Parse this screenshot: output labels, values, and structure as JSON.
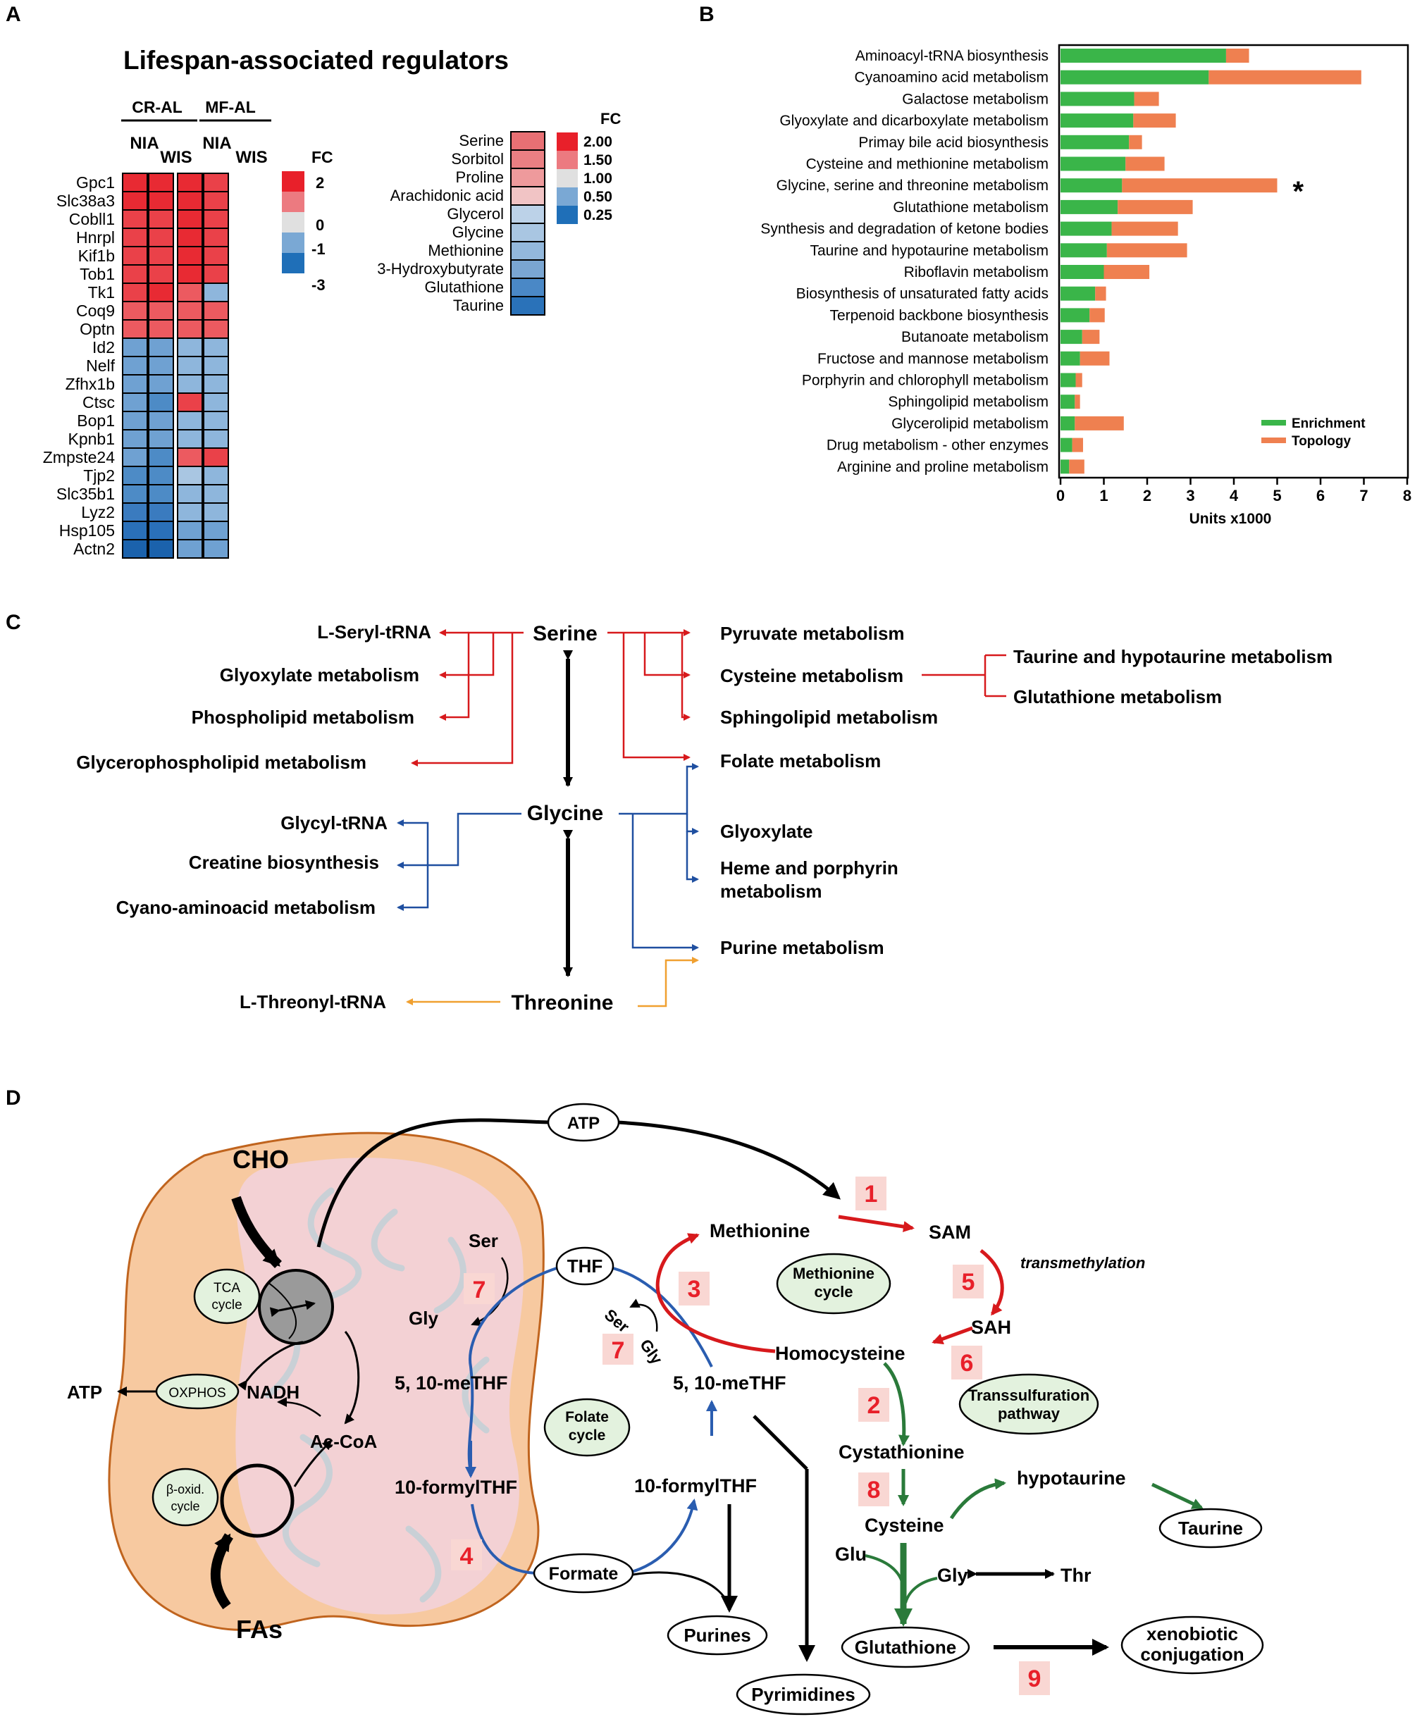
{
  "panelA": {
    "letter": "A",
    "title": "Lifespan-associated regulators",
    "groups": [
      "CR-AL",
      "MF-AL"
    ],
    "columns": [
      "NIA",
      "WIS",
      "NIA",
      "WIS"
    ],
    "fc_label": "FC",
    "legend_ticks": [
      "2",
      "0",
      "-1",
      "-3"
    ],
    "legend_colors": [
      "#e8202a",
      "#ec7a80",
      "#e0e0e0",
      "#7aa8d4",
      "#1f6fb8"
    ],
    "genes": [
      "Gpc1",
      "Slc38a3",
      "Cobll1",
      "Hnrpl",
      "Kif1b",
      "Tob1",
      "Tk1",
      "Coq9",
      "Optn",
      "Id2",
      "Nelf",
      "Zfhx1b",
      "Ctsc",
      "Bop1",
      "Kpnb1",
      "Zmpste24",
      "Tjp2",
      "Slc35b1",
      "Lyz2",
      "Hsp105",
      "Actn2"
    ],
    "gene_matrix": [
      [
        2,
        2,
        2,
        1.8
      ],
      [
        2,
        2,
        2,
        1.8
      ],
      [
        1.9,
        1.9,
        2,
        1.8
      ],
      [
        1.9,
        1.9,
        2,
        1.8
      ],
      [
        1.9,
        1.9,
        2,
        1.8
      ],
      [
        1.9,
        1.9,
        2,
        1.8
      ],
      [
        1.8,
        2,
        1.6,
        -1
      ],
      [
        1.6,
        1.6,
        1.6,
        1.6
      ],
      [
        1.6,
        1.6,
        1.6,
        1.6
      ],
      [
        -1.3,
        -1.3,
        -1,
        -1
      ],
      [
        -1.3,
        -1.3,
        -1,
        -1
      ],
      [
        -1.3,
        -1.3,
        -1,
        -1
      ],
      [
        -1.3,
        -1.6,
        1.8,
        -1
      ],
      [
        -1.3,
        -1.3,
        -1,
        -1
      ],
      [
        -1.3,
        -1.3,
        -1,
        -1
      ],
      [
        -1.3,
        -1.6,
        1.6,
        1.8
      ],
      [
        -1.6,
        -1.6,
        -0.7,
        -1
      ],
      [
        -1.6,
        -1.6,
        -1,
        -1
      ],
      [
        -2,
        -2,
        -1,
        -1
      ],
      [
        -2.3,
        -2.3,
        -1.3,
        -1.3
      ],
      [
        -2.7,
        -2.7,
        -1.3,
        -1.3
      ]
    ],
    "metabolites": [
      "Serine",
      "Sorbitol",
      "Proline",
      "Arachidonic acid",
      "Glycerol",
      "Glycine",
      "Methionine",
      "3-Hydroxybutyrate",
      "Glutathione",
      "Taurine"
    ],
    "metabolite_colors": [
      "#e87074",
      "#ea7f83",
      "#ee9a9c",
      "#f1c4c5",
      "#bcd2e8",
      "#a9c6e2",
      "#93b8dc",
      "#7aa6d2",
      "#4a88c6",
      "#2a72b9"
    ],
    "met_legend_label": "FC",
    "met_legend_ticks": [
      "2.00",
      "1.50",
      "1.00",
      "0.50",
      "0.25"
    ],
    "met_legend_colors": [
      "#e8202a",
      "#ec7a80",
      "#e0e0e0",
      "#7aa8d4",
      "#1f6fb8"
    ]
  },
  "chart_data": {
    "type": "bar",
    "orientation": "horizontal",
    "stacked": true,
    "categories": [
      "Aminoacyl-tRNA biosynthesis",
      "Cyanoamino acid metabolism",
      "Galactose metabolism",
      "Glyoxylate and dicarboxylate metabolism",
      "Primay bile acid biosynthesis",
      "Cysteine and methionine metabolism",
      "Glycine, serine and threonine metabolism",
      "Glutathione metabolism",
      "Synthesis and degradation of ketone bodies",
      "Taurine and hypotaurine metabolism",
      "Riboflavin metabolism",
      "Biosynthesis of unsaturated fatty acids",
      "Terpenoid backbone biosynthesis",
      "Butanoate metabolism",
      "Fructose and mannose metabolism",
      "Porphyrin and chlorophyll metabolism",
      "Sphingolipid metabolism",
      "Glycerolipid metabolism",
      "Drug metabolism - other enzymes",
      "Arginine and proline metabolism"
    ],
    "series": [
      {
        "name": "Enrichment",
        "color": "#3ab549",
        "values": [
          3.82,
          3.42,
          1.7,
          1.68,
          1.58,
          1.5,
          1.42,
          1.32,
          1.18,
          1.07,
          1.0,
          0.8,
          0.67,
          0.5,
          0.45,
          0.35,
          0.33,
          0.33,
          0.27,
          0.2
        ]
      },
      {
        "name": "Topology",
        "color": "#ef8050",
        "values": [
          0.53,
          3.52,
          0.57,
          0.98,
          0.3,
          0.9,
          3.58,
          1.73,
          1.53,
          1.85,
          1.05,
          0.25,
          0.35,
          0.4,
          0.68,
          0.15,
          0.12,
          1.13,
          0.25,
          0.35
        ]
      }
    ],
    "xlabel": "Units x1000",
    "xlim": [
      0,
      8
    ],
    "xticks": [
      "0",
      "1",
      "2",
      "3",
      "4",
      "5",
      "6",
      "7",
      "8"
    ],
    "annotation": "*",
    "annotation_category_index": 6,
    "legend_position": "bottom-right",
    "letter": "B"
  },
  "panelC": {
    "letter": "C",
    "serine": "Serine",
    "glycine": "Glycine",
    "threonine": "Threonine",
    "serine_left": [
      "L-Seryl-tRNA",
      "Glyoxylate metabolism",
      "Phospholipid metabolism",
      "Glycerophospholipid metabolism"
    ],
    "serine_right": [
      "Pyruvate metabolism",
      "Cysteine metabolism",
      "Sphingolipid metabolism",
      "Folate metabolism"
    ],
    "cysteine_targets": [
      "Taurine and hypotaurine metabolism",
      "Glutathione metabolism"
    ],
    "glycine_left": [
      "Glycyl-tRNA",
      "Creatine biosynthesis",
      "Cyano-aminoacid metabolism"
    ],
    "glycine_right": [
      "Glyoxylate",
      "Heme and porphyrin",
      "metabolism",
      "Purine metabolism"
    ],
    "threonine_left": "L-Threonyl-tRNA",
    "colors": {
      "serine": "#d7191c",
      "glycine": "#1f4fa0",
      "threonine": "#f0a030"
    }
  },
  "panelD": {
    "letter": "D",
    "cho": "CHO",
    "fas": "FAs",
    "atp_top": "ATP",
    "atp_left": "ATP",
    "tca": [
      "TCA",
      "cycle"
    ],
    "oxphos": "OXPHOS",
    "nadh": "NADH",
    "beta": [
      "β-oxid.",
      "cycle"
    ],
    "acoa": "Ac-CoA",
    "ser1": "Ser",
    "gly1": "Gly",
    "thf": "THF",
    "methf1": "5, 10-meTHF",
    "formyl1": "10-formylTHF",
    "formate": "Formate",
    "folate": [
      "Folate",
      "cycle"
    ],
    "ser2": "Ser",
    "gly2": "Gly",
    "methf2": "5, 10-meTHF",
    "formyl2": "10-formylTHF",
    "purines": "Purines",
    "pyrimidines": "Pyrimidines",
    "methionine": "Methionine",
    "sam": "SAM",
    "transmeth": "transmethylation",
    "sah": "SAH",
    "met_cycle": [
      "Methionine",
      "cycle"
    ],
    "homocysteine": "Homocysteine",
    "transsulf": [
      "Transsulfuration",
      "pathway"
    ],
    "cystathionine": "Cystathionine",
    "cysteine": "Cysteine",
    "hypotaurine": "hypotaurine",
    "taurine": "Taurine",
    "glu": "Glu",
    "gly3": "Gly",
    "thr": "Thr",
    "glutathione": "Glutathione",
    "xeno": [
      "xenobiotic",
      "conjugation"
    ],
    "steps": [
      "1",
      "2",
      "3",
      "4",
      "5",
      "6",
      "7",
      "7",
      "8",
      "9"
    ]
  }
}
